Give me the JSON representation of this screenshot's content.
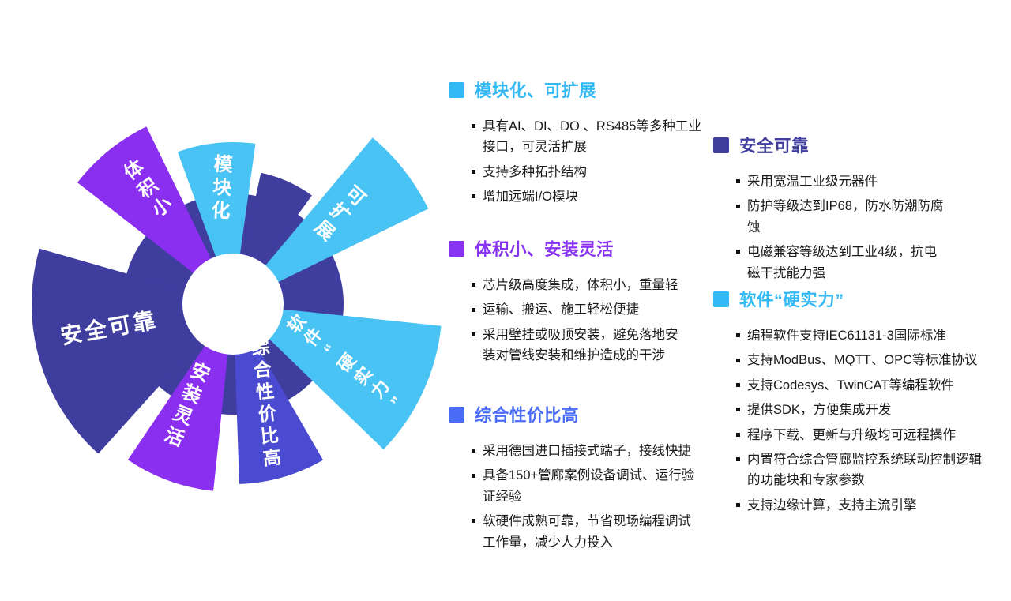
{
  "diagram": {
    "bg_circle": {
      "color": "#3F3D9E",
      "radius": 140
    },
    "center_circle": {
      "color": "#FFFFFF",
      "radius": 64
    },
    "segments": [
      {
        "id": "tijixiao",
        "label": "体积小",
        "color": "#8A2FF0",
        "start": -52,
        "end": -26,
        "radius": 250,
        "label_cfg": {
          "mode": "stack",
          "angle": -36,
          "radius": 182,
          "rotate": -37,
          "size": 24
        }
      },
      {
        "id": "mokuaihua",
        "label": "模块化",
        "color": "#49C3F4",
        "start": -20,
        "end": 8,
        "radius": 205,
        "label_cfg": {
          "mode": "stack",
          "angle": -5,
          "radius": 148,
          "rotate": 3,
          "size": 24
        }
      },
      {
        "id": "accent-dark",
        "label": "",
        "color": "#3F3D9E",
        "start": 12,
        "end": 36,
        "radius": 170,
        "label_cfg": null
      },
      {
        "id": "kekuozhan",
        "label": "可扩展",
        "color": "#49C3F4",
        "start": 40,
        "end": 64,
        "radius": 275,
        "label_cfg": {
          "mode": "stack",
          "angle": 50,
          "radius": 178,
          "rotate": 42,
          "size": 24
        }
      },
      {
        "id": "software",
        "label": "软件“硬实力”",
        "color": "#49C3F4",
        "start": 96,
        "end": 134,
        "radius": 265,
        "label_cfg": {
          "mode": "stack",
          "angle": 117,
          "radius": 162,
          "rotate": -52,
          "size": 22
        }
      },
      {
        "id": "cost",
        "label": "综合性价比高",
        "color": "#4A4BD0",
        "start": 150,
        "end": 178,
        "radius": 228,
        "label_cfg": {
          "mode": "stack",
          "angle": 161,
          "radius": 132,
          "rotate": -6,
          "size": 23
        }
      },
      {
        "id": "install",
        "label": "安装灵活",
        "color": "#8A2FF0",
        "start": 186,
        "end": 214,
        "radius": 238,
        "label_cfg": {
          "mode": "stack",
          "angle": 204,
          "radius": 140,
          "rotate": 22,
          "size": 24
        }
      },
      {
        "id": "safety",
        "label": "安全可靠",
        "color": "#3F3D9E",
        "start": 222,
        "end": 286,
        "radius": 255,
        "label_cfg": {
          "mode": "line",
          "angle": 259,
          "radius": 160,
          "rotate": -10,
          "size": 28
        }
      }
    ]
  },
  "panels": [
    {
      "id": "modular",
      "color": "#33B9F3",
      "title": "模块化、可扩展",
      "bullets": [
        "具有AI、DI、DO 、RS485等多种工业接口，可灵活扩展",
        "支持多种拓扑结构",
        "增加远端I/O模块"
      ]
    },
    {
      "id": "size",
      "color": "#8833F2",
      "title": "体积小、安装灵活",
      "bullets": [
        "芯片级高度集成，体积小，重量轻",
        "运输、搬运、施工轻松便捷",
        "采用壁挂或吸顶安装，避免落地安装对管线安装和维护造成的干涉"
      ]
    },
    {
      "id": "cost",
      "color": "#4A6CF6",
      "title": "综合性价比高",
      "bullets": [
        "采用德国进口插接式端子，接线快捷",
        "具备150+管廊案例设备调试、运行验证经验",
        "软硬件成熟可靠，节省现场编程调试工作量，减少人力投入"
      ]
    },
    {
      "id": "safety",
      "color": "#3F3D9E",
      "title": "安全可靠",
      "bullets": [
        "采用宽温工业级元器件",
        "防护等级达到IP68，防水防潮防腐蚀",
        "电磁兼容等级达到工业4级，抗电磁干扰能力强"
      ]
    },
    {
      "id": "software",
      "color": "#33B9F3",
      "title": "软件“硬实力”",
      "bullets": [
        "编程软件支持IEC61131-3国际标准",
        "支持ModBus、MQTT、OPC等标准协议",
        "支持Codesys、TwinCAT等编程软件",
        "提供SDK，方便集成开发",
        "程序下载、更新与升级均可远程操作",
        "内置符合综合管廊监控系统联动控制逻辑的功能块和专家参数",
        "支持边缘计算，支持主流引擎"
      ]
    }
  ]
}
